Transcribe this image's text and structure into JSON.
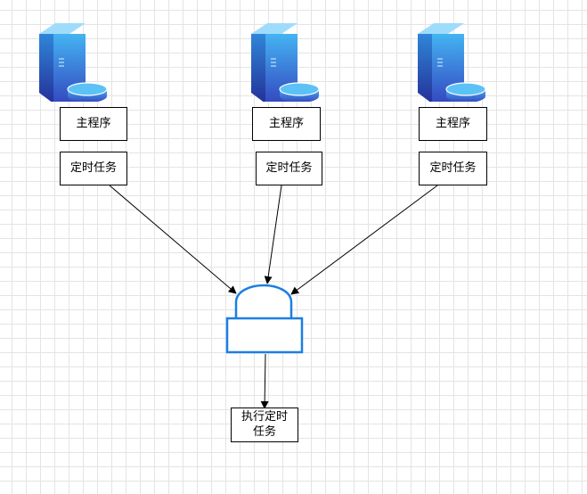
{
  "nodes": {
    "main_program_label": "主程序",
    "scheduled_task_label": "定时任务",
    "execute_task_label": "执行定时任务"
  },
  "icons": {
    "server": "server-icon",
    "lock": "lock-icon"
  },
  "colors": {
    "grid": "#e4e4e4",
    "server_dark": "#3a50c0",
    "server_light": "#3fb0f0",
    "lock_stroke": "#1c7fe0",
    "edge": "#000000"
  }
}
